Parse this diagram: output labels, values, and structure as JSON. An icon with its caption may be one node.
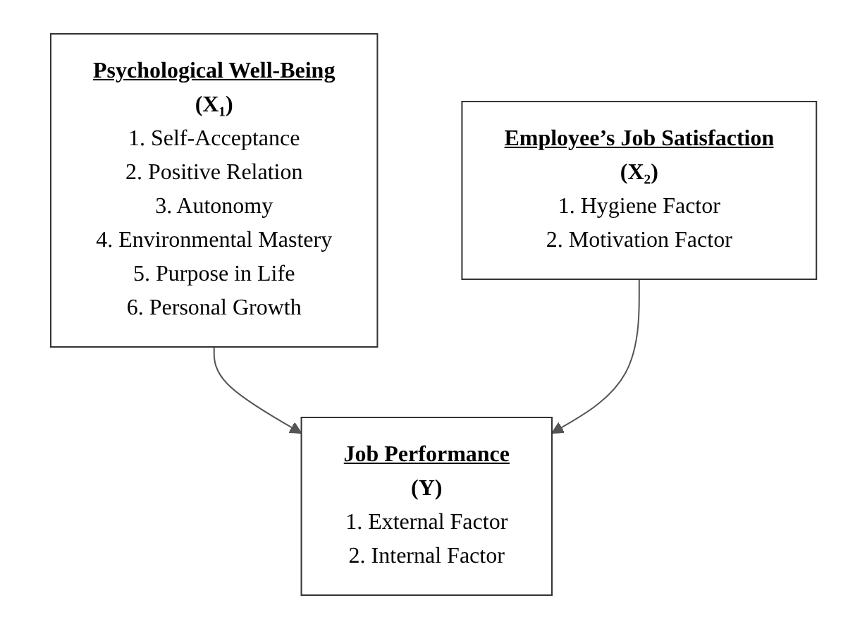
{
  "diagram": {
    "nodes": [
      {
        "text": [
          "Psychological Well-Being",
          "(X₁)",
          "1. Self-Acceptance",
          "2. Positive Relation",
          "3. Autonomy",
          "4. Environmental Mastery",
          "5. Purpose in Life",
          "6. Personal Growth"
        ]
      },
      {
        "text": [
          "Employee’s Job Satisfaction",
          "(X₂)",
          "1. Hygiene Factor",
          "2. Motivation Factor"
        ]
      },
      {
        "text": [
          "Job Performance",
          "(Y)",
          "1. External Factor",
          "2. Internal Factor"
        ]
      }
    ],
    "edges": [
      {
        "from": 0,
        "to": 2,
        "arrow": "to"
      },
      {
        "from": 1,
        "to": 2,
        "arrow": "to"
      }
    ]
  }
}
